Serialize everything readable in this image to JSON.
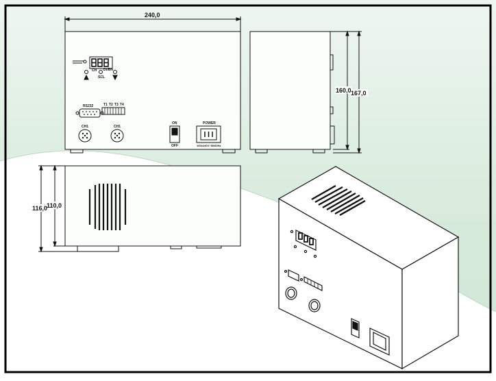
{
  "dimensions": {
    "width": "240,0",
    "height_outer": "167,0",
    "height_inner": "160,0",
    "depth_outer": "116,0",
    "depth_inner": "110,0"
  },
  "front_panel": {
    "indicator_small": "CH",
    "digit_label_left": "CH",
    "digit_label_right": "Dt/BN",
    "sel_label": "SCL",
    "serial_label": "RS232",
    "terminal_labels": [
      "T1",
      "T2",
      "T3",
      "T4"
    ],
    "connector_left_label": "CH1",
    "connector_right_label": "CH1",
    "switch_on_label": "ON",
    "switch_off_label": "OFF",
    "power_label": "POWER",
    "power_rating": "100x240V~50/60Hz"
  },
  "colors": {
    "background_tint": "#d4e8d8",
    "line": "#111111",
    "frame": "#000000"
  }
}
